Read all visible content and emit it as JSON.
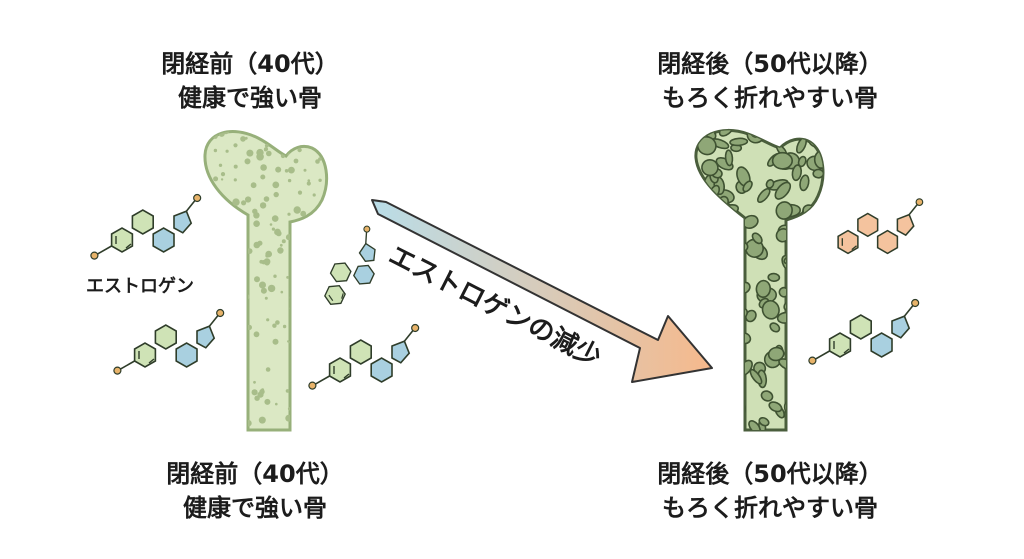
{
  "before": {
    "top_line1": "閉経前（40代）",
    "top_line2": "健康で強い骨",
    "bottom_line1": "閉経前（40代）",
    "bottom_line2": "健康で強い骨"
  },
  "after": {
    "top_line1": "閉経後（50代以降）",
    "top_line2": "もろく折れやすい骨",
    "bottom_line1": "閉経後（50代以降）",
    "bottom_line2": "もろく折れやすい骨"
  },
  "estrogen_label": "エストロゲン",
  "arrow_label": "エストロゲンの減少",
  "colors": {
    "bone_fill": "#dbe8c4",
    "bone_outline": "#97b07a",
    "bone_pore": "#a8bd8a",
    "porous_fill": "#8fa777",
    "molecule_green": "#cfe3b6",
    "molecule_blue": "#a9d0e0",
    "molecule_orange": "#f4c39e",
    "arrow_start": "#b9dde8",
    "arrow_end": "#f6b98c"
  }
}
